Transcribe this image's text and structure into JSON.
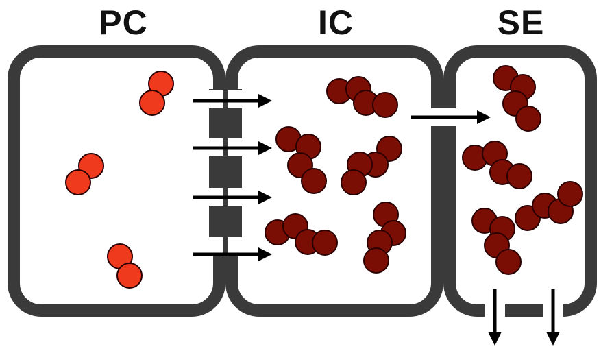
{
  "cells": [
    {
      "id": "pc",
      "label": "PC"
    },
    {
      "id": "ic",
      "label": "IC"
    },
    {
      "id": "se",
      "label": "SE"
    }
  ],
  "colors": {
    "wall": "#3a3a3a",
    "background": "#ffffff",
    "light_particle": "#f03a1e",
    "dark_particle": "#7a0e05",
    "particle_stroke": "#2a0000",
    "arrow": "#000000"
  }
}
